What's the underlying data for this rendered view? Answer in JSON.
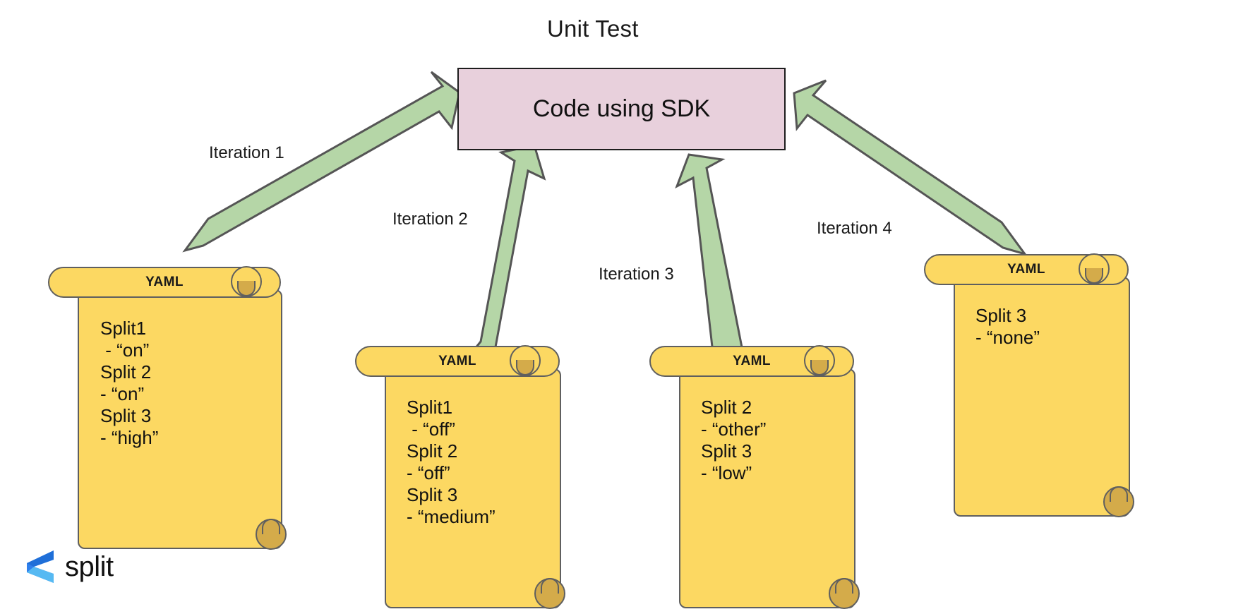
{
  "diagram": {
    "title": "Unit Test",
    "center_node": {
      "label": "Code using SDK"
    },
    "arrows": [
      {
        "label": "Iteration 1"
      },
      {
        "label": "Iteration 2"
      },
      {
        "label": "Iteration 3"
      },
      {
        "label": "Iteration 4"
      }
    ],
    "documents": [
      {
        "header": "YAML",
        "lines": "Split1\n - “on”\nSplit 2\n- “on”\nSplit 3\n- “high”"
      },
      {
        "header": "YAML",
        "lines": "Split1\n - “off”\nSplit 2\n- “off”\nSplit 3\n- “medium”"
      },
      {
        "header": "YAML",
        "lines": "Split 2\n- “other”\nSplit 3\n- “low”"
      },
      {
        "header": "YAML",
        "lines": "Split 3\n- “none”"
      }
    ]
  },
  "branding": {
    "wordmark": "split"
  },
  "colors": {
    "document_fill": "#fcd862",
    "document_curl": "#d4ab4a",
    "document_stroke": "#5f5f5f",
    "center_node_fill": "#e8d0dc",
    "center_node_stroke": "#1d1d1d",
    "arrow_fill": "#b5d6a7",
    "arrow_stroke": "#555555",
    "logo_blue_dark": "#2f80ed",
    "logo_blue_light": "#56b9f2"
  }
}
